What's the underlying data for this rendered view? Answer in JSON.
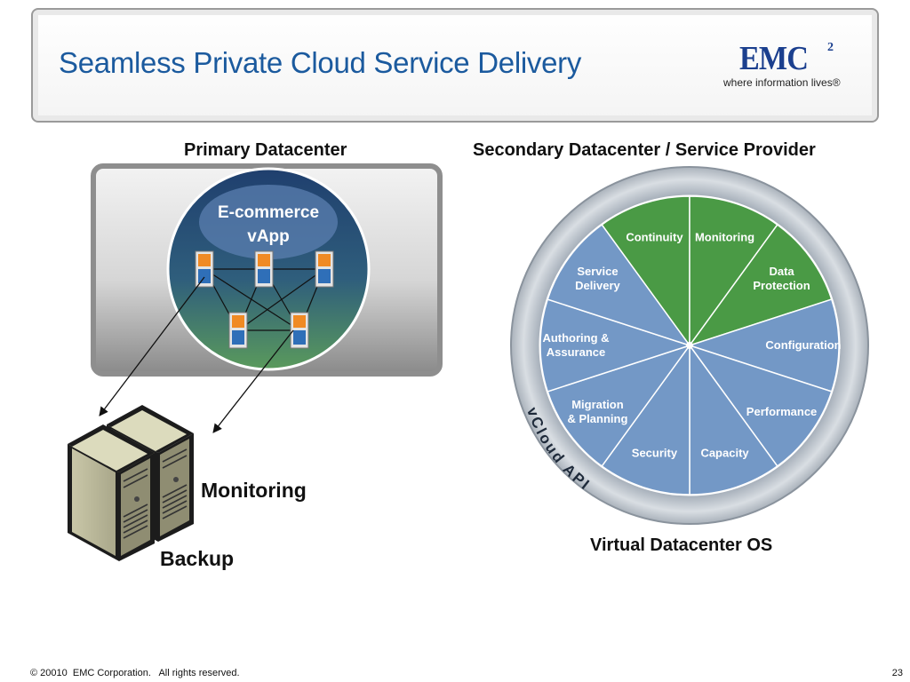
{
  "slide": {
    "title": "Seamless Private Cloud Service Delivery",
    "logo": {
      "name": "EMC",
      "superscript": "2",
      "tagline": "where information lives®"
    }
  },
  "primary": {
    "heading": "Primary Datacenter",
    "vapp_line1": "E-commerce",
    "vapp_line2": "vApp"
  },
  "servers": {
    "monitoring": "Monitoring",
    "backup": "Backup"
  },
  "secondary": {
    "heading": "Secondary Datacenter / Service Provider",
    "ring_label": "vCloud API",
    "os_label": "Virtual Datacenter OS",
    "segments": [
      {
        "lines": [
          "Continuity"
        ],
        "group": "green"
      },
      {
        "lines": [
          "Monitoring"
        ],
        "group": "green"
      },
      {
        "lines": [
          "Data",
          "Protection"
        ],
        "group": "green"
      },
      {
        "lines": [
          "Configuration"
        ],
        "group": "blue"
      },
      {
        "lines": [
          "Performance"
        ],
        "group": "blue"
      },
      {
        "lines": [
          "Capacity"
        ],
        "group": "blue"
      },
      {
        "lines": [
          "Security"
        ],
        "group": "blue"
      },
      {
        "lines": [
          "Migration",
          "& Planning"
        ],
        "group": "blue"
      },
      {
        "lines": [
          "Authoring &",
          "Assurance"
        ],
        "group": "blue"
      },
      {
        "lines": [
          "Service",
          "Delivery"
        ],
        "group": "blue"
      }
    ]
  },
  "colors": {
    "title": "#1b5a9e",
    "segment_blue": "#7398c6",
    "segment_green": "#4a9a45",
    "ring": "#b8c0c8"
  },
  "footer": {
    "copyright": "© 20010  EMC Corporation.   All rights reserved.",
    "page_number": "23"
  }
}
